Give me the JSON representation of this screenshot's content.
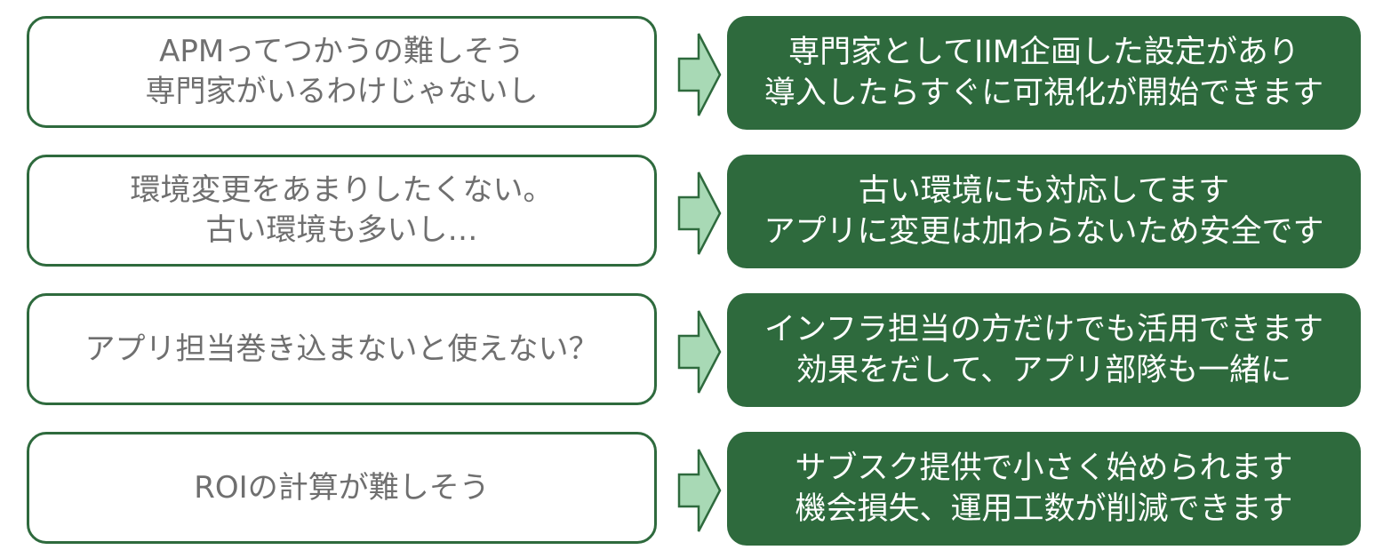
{
  "rows": [
    {
      "concern": [
        "APMってつかうの難しそう",
        "専門家がいるわけじゃないし"
      ],
      "answer": [
        "専門家としてIIM企画した設定があり",
        "導入したらすぐに可視化が開始できます"
      ]
    },
    {
      "concern": [
        "環境変更をあまりしたくない。",
        "古い環境も多いし…"
      ],
      "answer": [
        "古い環境にも対応してます",
        "アプリに変更は加わらないため安全です"
      ]
    },
    {
      "concern": [
        "アプリ担当巻き込まないと使えない？"
      ],
      "answer": [
        "インフラ担当の方だけでも活用できます",
        "効果をだして、アプリ部隊も一緒に"
      ]
    },
    {
      "concern": [
        "ROIの計算が難しそう"
      ],
      "answer": [
        "サブスク提供で小さく始められます",
        "機会損失、運用工数が削減できます"
      ]
    }
  ],
  "colors": {
    "dark_green": "#2e6a3d",
    "arrow_fill": "#a8d9b5",
    "concern_text": "#6f6f6f",
    "answer_text": "#ffffff"
  },
  "icons": {
    "arrow": "right-arrow-icon"
  }
}
